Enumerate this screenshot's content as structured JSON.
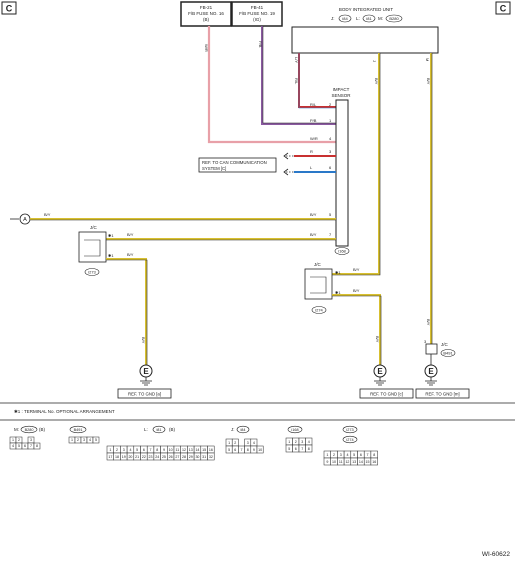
{
  "corner_left": "C",
  "corner_right": "C",
  "fuse_box_1": {
    "line1": "FB-21",
    "line2": "F/B FUSE NO. 16",
    "line3": "(B)"
  },
  "fuse_box_2": {
    "line1": "FB-41",
    "line2": "F/B FUSE NO. 19",
    "line3": "(IG)"
  },
  "body_unit": {
    "title": "BODY INTEGRATED UNIT",
    "j_prefix": "J:",
    "j_conn": "i84",
    "l_prefix": "L:",
    "l_conn": "i81",
    "m_prefix": "M:",
    "m_conn": "B280"
  },
  "impact_sensor": {
    "line1": "IMPACT",
    "line2": "SENSOR",
    "conn": "i168"
  },
  "wire_labels": {
    "wr_fuse": "W/R",
    "pb_fuse": "P/B",
    "r_l_top": "R/L",
    "l_top": "L/Y",
    "j_by": "B/Y",
    "m_by": "B/Y",
    "r_l": "R/L",
    "pb": "P/B",
    "wr": "W/R",
    "r": "R",
    "l": "L",
    "by5": "B/Y",
    "by7": "B/Y",
    "by_a": "B/Y",
    "by_jc1": "B/Y",
    "by_jc2": "B/Y",
    "by_jc3": "B/Y",
    "by_jc4": "B/Y",
    "by_gnd1": "B/Y",
    "by_gnd2": "B/Y",
    "by_gnd3": "B/Y",
    "r_l_vert": "R/L"
  },
  "pins": {
    "j_pin": "J",
    "m_pin": "M",
    "p2": "2",
    "p1": "1",
    "p4": "4",
    "p3": "3",
    "p6": "6",
    "p5": "5",
    "p7": "7",
    "m3": "3"
  },
  "can_ref": {
    "line1": "REF. TO CAN COMMUNICATION",
    "line2": "SYSTEM [C]"
  },
  "connector_a": "A",
  "jc1": {
    "label": "J/C",
    "star1": "✱1",
    "star2": "✱1",
    "conn": "i273"
  },
  "jc2": {
    "label": "J/C",
    "star1": "✱1",
    "star2": "✱1",
    "conn": "i274"
  },
  "jc3": {
    "label": "J/C",
    "conn": "B491"
  },
  "grounds": [
    {
      "ref": "REF. TO GND [a]"
    },
    {
      "ref": "REF. TO GND [c]"
    },
    {
      "ref": "REF. TO GND [m]"
    }
  ],
  "ground_symbol": "E",
  "footnote": "✱1 : TERMINAL No. OPTIONAL ARRANGEMENT",
  "connectors": {
    "m": {
      "prefix": "M:",
      "name": "B280",
      "suffix": "(B)",
      "row1": [
        "1",
        "2",
        "",
        "3"
      ],
      "row2": [
        "4",
        "5",
        "6",
        "7",
        "8"
      ]
    },
    "b491": {
      "name": "B491",
      "row1": [
        "1",
        "2",
        "3",
        "4",
        "5"
      ]
    },
    "l": {
      "prefix": "L:",
      "name": "i81",
      "suffix": "(B)",
      "row1": [
        "1",
        "2",
        "3",
        "4",
        "5",
        "6",
        "7",
        "8",
        "9",
        "10",
        "11",
        "12",
        "13",
        "14",
        "15",
        "16"
      ],
      "row2": [
        "17",
        "18",
        "19",
        "20",
        "21",
        "22",
        "23",
        "24",
        "25",
        "26",
        "27",
        "28",
        "29",
        "30",
        "31",
        "32"
      ]
    },
    "j": {
      "prefix": "J:",
      "name": "i84",
      "row1": [
        "1",
        "2",
        "",
        "3",
        "4"
      ],
      "row2": [
        "5",
        "6",
        "7",
        "8",
        "9",
        "10"
      ]
    },
    "i168": {
      "name": "i168",
      "row1": [
        "1",
        "2",
        "3",
        "4"
      ],
      "row2": [
        "5",
        "6",
        "7",
        "8"
      ]
    },
    "i273": {
      "name1": "i273",
      "name2": "i274",
      "row1": [
        "1",
        "2",
        "3",
        "4",
        "5",
        "6",
        "7",
        "8"
      ],
      "row2": [
        "9",
        "10",
        "11",
        "12",
        "13",
        "14",
        "15",
        "16"
      ]
    }
  },
  "page_id": "WI-60622",
  "colors": {
    "pink": "#e8a0a8",
    "purple": "#8a5aa0",
    "red": "#c83030",
    "blue": "#2a78c8",
    "yellow": "#d8c030",
    "black": "#222222"
  }
}
